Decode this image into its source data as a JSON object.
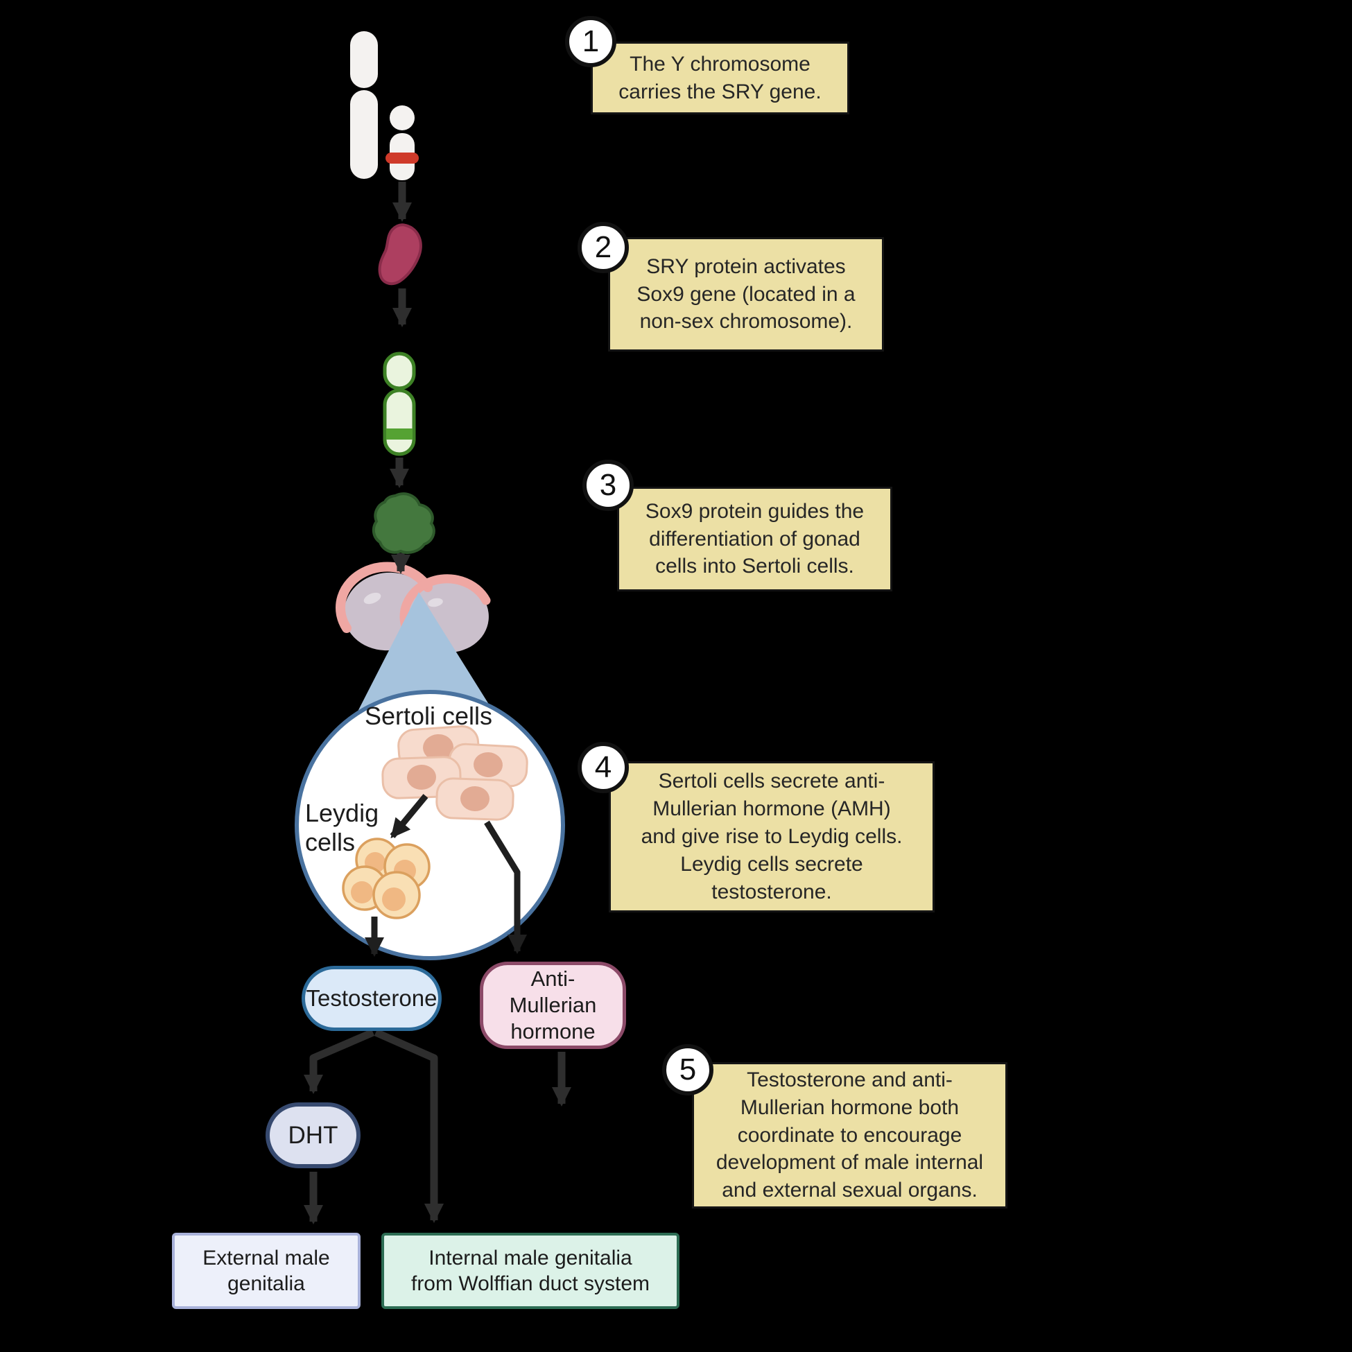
{
  "steps": [
    {
      "number": "1",
      "text": "The Y chromosome\ncarries the SRY gene."
    },
    {
      "number": "2",
      "text": "SRY protein activates\nSox9 gene (located in a\nnon-sex chromosome)."
    },
    {
      "number": "3",
      "text": "Sox9 protein guides the\ndifferentiation of gonad\ncells into Sertoli cells."
    },
    {
      "number": "4",
      "text": "Sertoli cells secrete anti-\nMullerian hormone (AMH)\nand give rise to Leydig cells.\nLeydig cells secrete\ntestosterone."
    },
    {
      "number": "5",
      "text": "Testosterone and anti-\nMullerian hormone both\ncoordinate to encourage\ndevelopment of male internal\nand external sexual organs."
    }
  ],
  "magnifier": {
    "sertoli_label": "Sertoli cells",
    "leydig_label": "Leydig\ncells"
  },
  "nodes": {
    "testosterone": "Testosterone",
    "amh": "Anti-\nMullerian\nhormone",
    "dht": "DHT",
    "external": "External male\ngenitalia",
    "internal": "Internal male genitalia\nfrom Wolffian duct system"
  },
  "colors": {
    "bg": "#000000",
    "note_bg": "#ece0a5",
    "note_border": "#141414",
    "note_text": "#262626",
    "badge_bg": "#ffffff",
    "badge_border": "#111111",
    "badge_text": "#111111",
    "arrow": "#2e2e2e",
    "arrow_dark": "#1f1f1f",
    "chrom_white": "#f4f2f0",
    "sry_band": "#cf3a2a",
    "sry_fill": "#ad3f60",
    "sry_stroke": "#8a2c4a",
    "green_fill": "#eaf4de",
    "green_stroke": "#3d8125",
    "green_band": "#55a233",
    "sox9_fill": "#44783e",
    "sox9_stroke": "#2e5a2b",
    "gonad_fill": "#cbc0cc",
    "gonad_rim": "#efa7a3",
    "funnel": "#a6c3dd",
    "mag_fill": "#ffffff",
    "mag_border": "#49729f",
    "sertoli_fill": "#f7dbcd",
    "sertoli_stroke": "#eabfa8",
    "sertoli_nucleus": "#e2ab94",
    "leydig_fill": "#f9dfb4",
    "leydig_stroke": "#dba05e",
    "leydig_nucleus": "#f0b883",
    "t_fill": "#dbe9f8",
    "t_border": "#2c6a99",
    "amh_fill": "#f7dfe9",
    "amh_border": "#8c4a68",
    "dht_fill": "#dde1f0",
    "dht_border": "#374a70",
    "ext_fill": "#edf0fa",
    "ext_border": "#a9b2da",
    "int_fill": "#dcf2e8",
    "int_border": "#2d6d54",
    "label_text": "#1c1c1c"
  }
}
